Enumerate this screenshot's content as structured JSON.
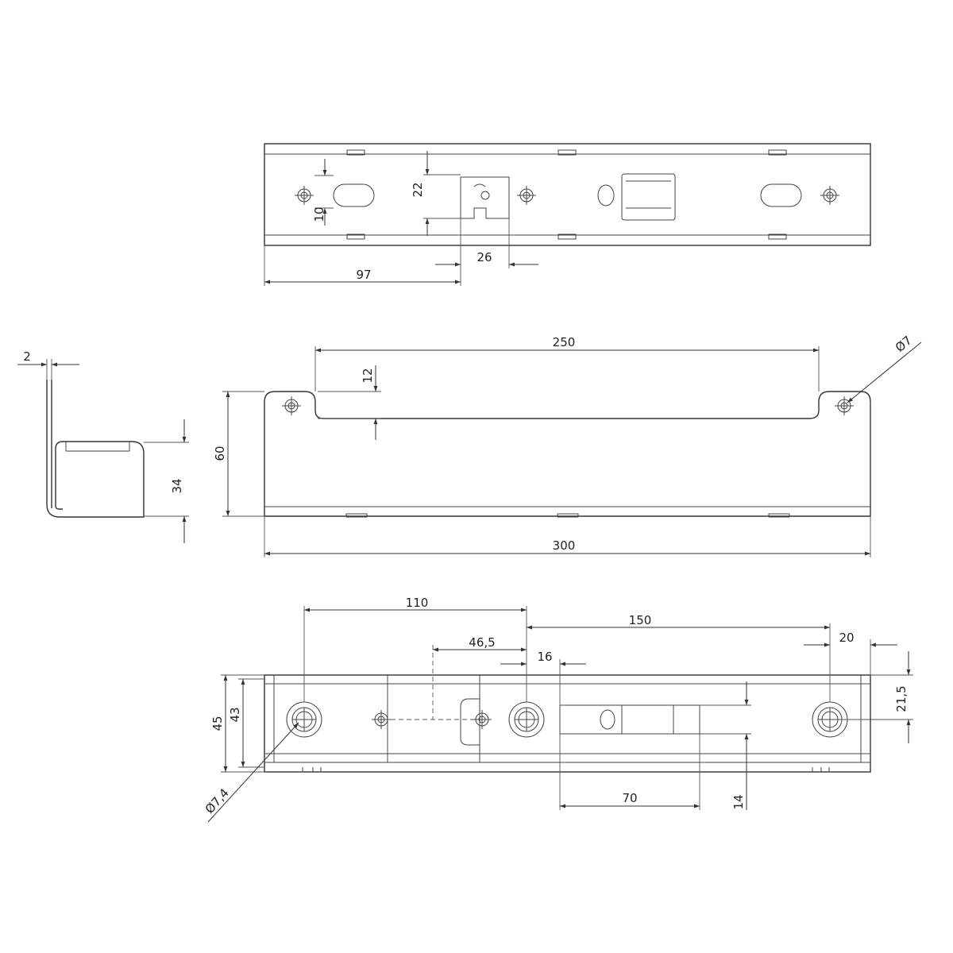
{
  "dimensions": {
    "top_height_10": "10",
    "top_height_22": "22",
    "top_width_26": "26",
    "top_length_97": "97",
    "side_thickness_2": "2",
    "side_height_34": "34",
    "front_height_60": "60",
    "front_depth_12": "12",
    "front_length_250": "250",
    "front_length_300": "300",
    "front_hole_diameter": "Ø7",
    "bottom_length_110": "110",
    "bottom_length_150": "150",
    "bottom_length_46_5": "46,5",
    "bottom_length_16": "16",
    "bottom_length_20": "20",
    "bottom_height_45": "45",
    "bottom_height_43": "43",
    "bottom_height_21_5": "21,5",
    "bottom_slot_70": "70",
    "bottom_slot_14": "14",
    "bottom_hole_diameter": "Ø7,4"
  }
}
